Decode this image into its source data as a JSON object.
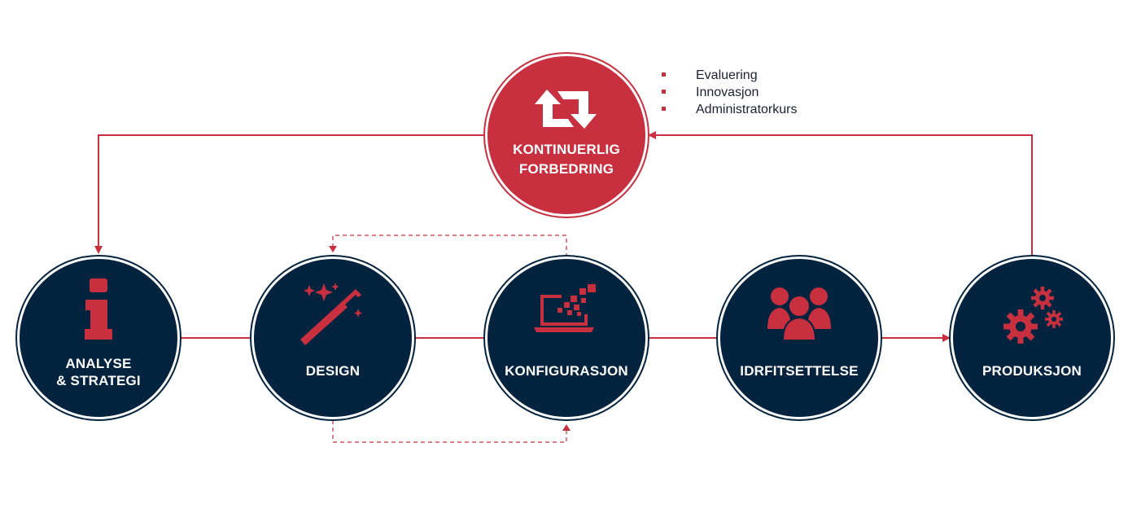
{
  "colors": {
    "navy": "#03233f",
    "red": "#c8303f",
    "white": "#ffffff"
  },
  "top_node": {
    "label_line1": "KONTINUERLIG",
    "label_line2": "FORBEDRING",
    "icon": "retweet-icon"
  },
  "side_list": [
    "Evaluering",
    "Innovasjon",
    "Administratorkurs"
  ],
  "nodes": [
    {
      "id": "analyse",
      "line1": "ANALYSE",
      "line2": "& STRATEGI",
      "icon": "info-icon"
    },
    {
      "id": "design",
      "line1": "DESIGN",
      "line2": "",
      "icon": "magic-wand-icon"
    },
    {
      "id": "konfigurasjon",
      "line1": "KONFIGURASJON",
      "line2": "",
      "icon": "laptop-pixels-icon"
    },
    {
      "id": "idrfitsettelse",
      "line1": "IDRFITSETTELSE",
      "line2": "",
      "icon": "users-icon"
    },
    {
      "id": "produksjon",
      "line1": "PRODUKSJON",
      "line2": "",
      "icon": "gears-icon"
    }
  ]
}
